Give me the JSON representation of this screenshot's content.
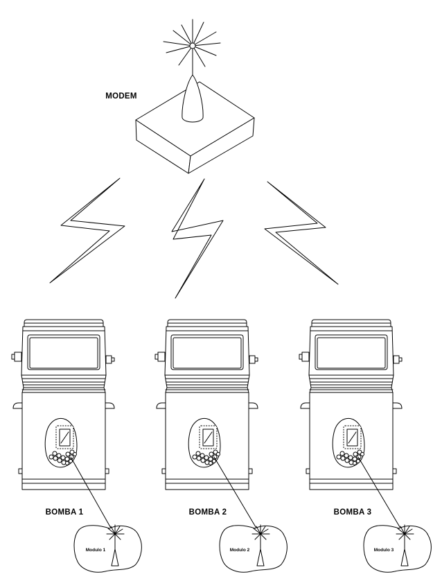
{
  "modem": {
    "label": "MODEM"
  },
  "pumps": [
    {
      "label": "BOMBA 1",
      "module": "Modulo 1"
    },
    {
      "label": "BOMBA 2",
      "module": "Modulo 2"
    },
    {
      "label": "BOMBA 3",
      "module": "Modulo 3"
    }
  ],
  "colors": {
    "stroke": "#000000",
    "background": "#ffffff"
  },
  "icons": [
    "antenna-icon",
    "modem-box",
    "lightning-bolt-icon",
    "fuel-pump-icon",
    "radio-module-icon"
  ]
}
